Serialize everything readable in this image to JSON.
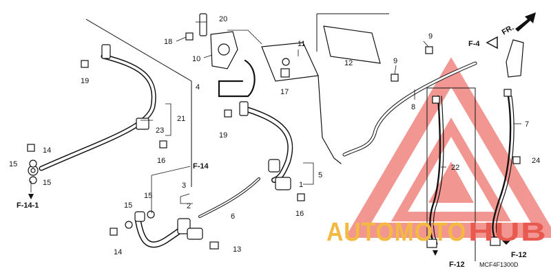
{
  "diagram": {
    "part_numbers": [
      {
        "id": "p20",
        "label": "20"
      },
      {
        "id": "p18",
        "label": "18"
      },
      {
        "id": "p10",
        "label": "10"
      },
      {
        "id": "p11",
        "label": "11"
      },
      {
        "id": "p12",
        "label": "12"
      },
      {
        "id": "p9a",
        "label": "9"
      },
      {
        "id": "p9b",
        "label": "9"
      },
      {
        "id": "p8",
        "label": "8"
      },
      {
        "id": "p4",
        "label": "4"
      },
      {
        "id": "p17",
        "label": "17"
      },
      {
        "id": "p19a",
        "label": "19"
      },
      {
        "id": "p19b",
        "label": "19"
      },
      {
        "id": "p21",
        "label": "21"
      },
      {
        "id": "p23",
        "label": "23"
      },
      {
        "id": "p16a",
        "label": "16"
      },
      {
        "id": "p14a",
        "label": "14"
      },
      {
        "id": "p15a",
        "label": "15"
      },
      {
        "id": "p15b",
        "label": "15"
      },
      {
        "id": "p5",
        "label": "5"
      },
      {
        "id": "p1",
        "label": "1"
      },
      {
        "id": "p16b",
        "label": "16"
      },
      {
        "id": "p3",
        "label": "3"
      },
      {
        "id": "p15c",
        "label": "15"
      },
      {
        "id": "p15d",
        "label": "15"
      },
      {
        "id": "p2",
        "label": "2"
      },
      {
        "id": "p6",
        "label": "6"
      },
      {
        "id": "p14b",
        "label": "14"
      },
      {
        "id": "p13",
        "label": "13"
      },
      {
        "id": "p22",
        "label": "22"
      },
      {
        "id": "p7",
        "label": "7"
      },
      {
        "id": "p24",
        "label": "24"
      }
    ],
    "section_refs": [
      {
        "id": "f4",
        "label": "F-4"
      },
      {
        "id": "f14",
        "label": "F-14"
      },
      {
        "id": "f141",
        "label": "F-14-1"
      },
      {
        "id": "f12a",
        "label": "F-12"
      },
      {
        "id": "f12b",
        "label": "F-12"
      }
    ],
    "front_arrow_label": "FR.",
    "drawing_code": "MCF4F1300D",
    "watermark": {
      "text_part1": "AUTOMOTO",
      "text_part2": "HUB",
      "color_part1": "#F4B942",
      "color_part2": "#E85A4F",
      "logo_color": "#E8413A",
      "logo_name": "triangle-logo-icon"
    }
  }
}
